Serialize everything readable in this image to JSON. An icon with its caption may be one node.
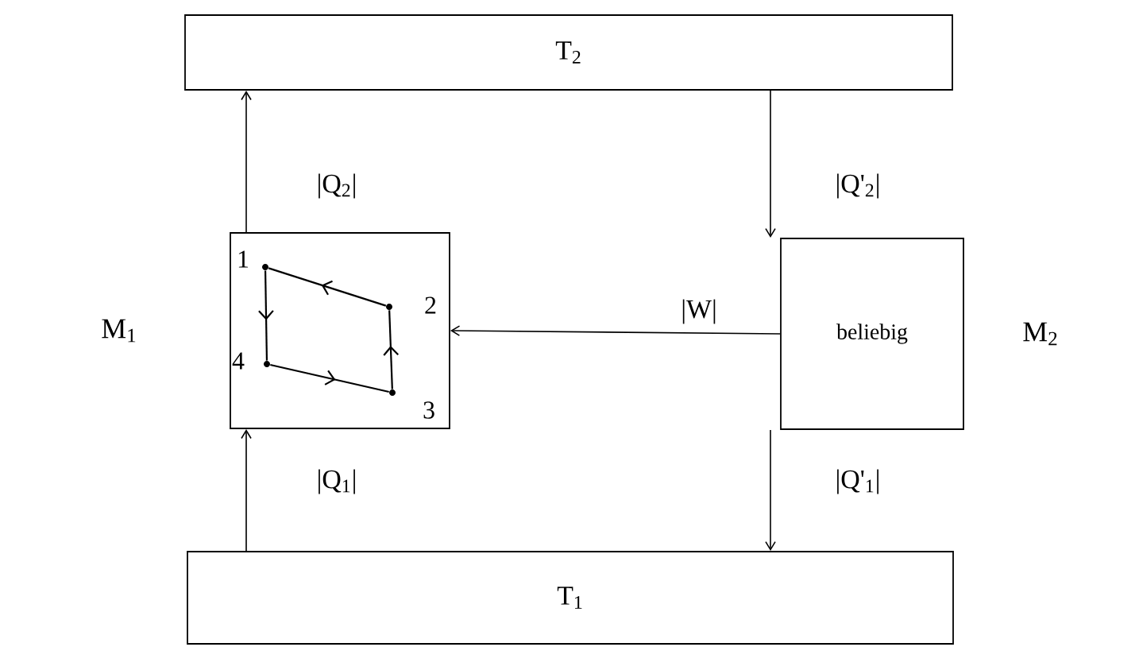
{
  "diagram": {
    "nodes": [
      {
        "text": [
          "T$_{2}$"
        ]
      },
      {
        "text": [],
        "shape": "box",
        "beside": [
          "M$_{1}$"
        ]
      },
      {
        "text": [],
        "shape": "circle",
        "beside": [
          "1"
        ],
        "in": 1
      },
      {
        "text": [],
        "shape": "circle",
        "beside": [
          "2"
        ],
        "in": 1
      },
      {
        "text": [],
        "shape": "circle",
        "beside": [
          "3"
        ],
        "in": 1
      },
      {
        "text": [],
        "shape": "circle",
        "beside": [
          "4"
        ],
        "in": 1
      },
      {
        "text": [
          "beliebig"
        ],
        "beside": [
          "M$_{2}$"
        ]
      },
      {
        "text": [
          "T$_{1}$"
        ]
      }
    ],
    "edges": [
      {
        "from": 1,
        "to": 0,
        "arrow": "to",
        "label": "|Q$_{2}$|"
      },
      {
        "from": 0,
        "to": 6,
        "arrow": "to",
        "label": "|Q'$_{2}$|"
      },
      {
        "from": 6,
        "to": 1,
        "arrow": "to",
        "label": "|W|"
      },
      {
        "from": 7,
        "to": 1,
        "arrow": "to",
        "label": "|Q$_{1}$|"
      },
      {
        "from": 6,
        "to": 7,
        "arrow": "to",
        "label": "|Q'$_{1}$|"
      },
      {
        "from": 2,
        "to": 5,
        "arrow": "to"
      },
      {
        "from": 5,
        "to": 4,
        "arrow": "to"
      },
      {
        "from": 4,
        "to": 3,
        "arrow": "to"
      },
      {
        "from": 3,
        "to": 2,
        "arrow": "to"
      }
    ]
  }
}
